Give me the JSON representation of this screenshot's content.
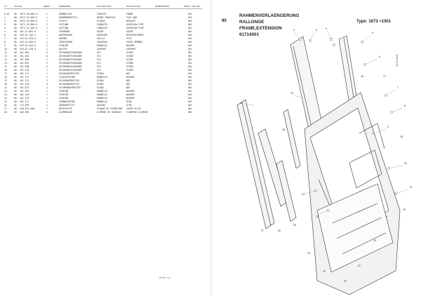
{
  "left_page": {
    "headers": [
      "ID",
      "TEILNR",
      "MENGE",
      "BENENNUNG",
      "DESIGNATION",
      "DESCRIPTION",
      "BEMERKUNGEN",
      "SERIE VON-BIS"
    ],
    "rows": [
      {
        "pos": "0.01",
        "mark": "00",
        "part": "1673.30.000.0",
        "qty": "1",
        "de": "RAHMEN KPL",
        "fr": "CHASSIS",
        "en": "FRAME",
        "s": "001"
      },
      {
        "pos": "1",
        "mark": "00",
        "part": "1673.32.000.0",
        "qty": "1",
        "de": "RAHMENVERSTELL.",
        "fr": "BARRE FRONTALE",
        "en": "FACE BAR",
        "s": "001"
      },
      {
        "pos": "2",
        "mark": "00",
        "part": "1673.33.000.0",
        "qty": "1",
        "de": "PLATTE",
        "fr": "PLAQUE",
        "en": "BRACKET",
        "s": "001"
      },
      {
        "pos": "3",
        "mark": "00",
        "part": "1673.34.000.0",
        "qty": "2",
        "de": "LEITUNG",
        "fr": "CONDUITE",
        "en": "OVERFLOW PIPE",
        "s": "001"
      },
      {
        "pos": "4",
        "mark": "00",
        "part": "1673.34.500.0",
        "qty": "1",
        "de": "LEITUNG",
        "fr": "CONDUITE",
        "en": "OVERFLOW PIPE",
        "s": "001"
      },
      {
        "pos": "5",
        "mark": "00",
        "part": "181.31.002.0",
        "qty": "1",
        "de": "FUEHRUNG",
        "fr": "GUIDE",
        "en": "GUIDE",
        "s": "001"
      },
      {
        "pos": "6",
        "mark": "00",
        "part": "329.01.100.1",
        "qty": "1",
        "de": "ABSPERRUNG",
        "fr": "BARRIERE",
        "en": "REINFORCEMENT",
        "s": "001"
      },
      {
        "pos": "7",
        "mark": "00",
        "part": "329.01.670.0",
        "qty": "1",
        "de": "RUEHRE",
        "fr": "GRILLE",
        "en": "PIPE",
        "s": "001"
      },
      {
        "pos": "8",
        "mark": "00",
        "part": "329.01.660.0",
        "qty": "1",
        "de": "ZENTRIEREN",
        "fr": "TRAVERSE",
        "en": "CROSS MEMBER",
        "s": "001"
      },
      {
        "pos": "9",
        "mark": "00",
        "part": "329.01.040.0",
        "qty": "2",
        "de": "SCHEIBE",
        "fr": "RONDELLE",
        "en": "WASHER",
        "s": "001"
      },
      {
        "pos": "10",
        "mark": "00",
        "part": "329.01.120.0",
        "qty": "1",
        "de": "HALTER",
        "fr": "SUPPORT",
        "en": "SUPPORT",
        "s": "001"
      },
      {
        "pos": "11",
        "mark": "00",
        "part": "101.001",
        "qty": "4",
        "de": "SECHSKANTSCHRAUBE",
        "fr": "VIS",
        "en": "SCREW",
        "s": "001"
      },
      {
        "pos": "12",
        "mark": "00",
        "part": "101.001",
        "qty": "8",
        "de": "SECHSKANTSCHRAUBE",
        "fr": "VIS",
        "en": "SCREW",
        "s": "001"
      },
      {
        "pos": "13",
        "mark": "00",
        "part": "101.096",
        "qty": "2",
        "de": "SECHSKANTSCHRAUBE",
        "fr": "VIS",
        "en": "SCREW",
        "s": "001"
      },
      {
        "pos": "14",
        "mark": "00",
        "part": "101.097",
        "qty": "4",
        "de": "SECHSKANTSCHRAUBE",
        "fr": "VIS",
        "en": "SCREW",
        "s": "001"
      },
      {
        "pos": "15",
        "mark": "00",
        "part": "101.098",
        "qty": "4",
        "de": "SECHSKANTSCHRAUBE",
        "fr": "VIS",
        "en": "SCREW",
        "s": "001"
      },
      {
        "pos": "16",
        "mark": "00",
        "part": "101.110",
        "qty": "1",
        "de": "SECHSKANTSCHRAUBE",
        "fr": "VIS",
        "en": "SCREW",
        "s": "001"
      },
      {
        "pos": "17",
        "mark": "00",
        "part": "101.117",
        "qty": "1",
        "de": "SECHSKANTMUTTER",
        "fr": "ECROU",
        "en": "NUT",
        "s": "001"
      },
      {
        "pos": "18",
        "mark": "00",
        "part": "101.127",
        "qty": "1",
        "de": "FLACHSCHEIBE",
        "fr": "RONDELLE",
        "en": "WASHER",
        "s": "001"
      },
      {
        "pos": "19",
        "mark": "00",
        "part": "101.123",
        "qty": "1",
        "de": "SECHSKANTMUTTER",
        "fr": "ECROU",
        "en": "NUT",
        "s": "001"
      },
      {
        "pos": "20",
        "mark": "00",
        "part": "101.125",
        "qty": "4",
        "de": "SECHSKANTMUTTER",
        "fr": "ECROU",
        "en": "NUT",
        "s": "001"
      },
      {
        "pos": "21",
        "mark": "00",
        "part": "101.827",
        "qty": "4",
        "de": "SICHERUNGSMUTTER",
        "fr": "ECROU",
        "en": "NUT",
        "s": "001"
      },
      {
        "pos": "22",
        "mark": "00",
        "part": "181.907",
        "qty": "1",
        "de": "SCHEIBE",
        "fr": "RONDELLE",
        "en": "WASHER",
        "s": "001"
      },
      {
        "pos": "23",
        "mark": "00",
        "part": "181.145",
        "qty": "1",
        "de": "SCHEIBE",
        "fr": "RONDELLE",
        "en": "WASHER",
        "s": "001"
      },
      {
        "pos": "24",
        "mark": "00",
        "part": "181.187",
        "qty": "1",
        "de": "SCHEIBE",
        "fr": "RONDELLE",
        "en": "WASHER",
        "s": "001"
      },
      {
        "pos": "25",
        "mark": "00",
        "part": "181.111",
        "qty": "2",
        "de": "SPANNSCHEIBE",
        "fr": "RONDELLE",
        "en": "RING",
        "s": "001"
      },
      {
        "pos": "26",
        "mark": "00",
        "part": "173.509",
        "qty": "2",
        "de": "GEWINDESTIFT",
        "fr": "GOUJON",
        "en": "STUD",
        "s": "001"
      },
      {
        "pos": "27",
        "mark": "00",
        "part": "448.091.000",
        "qty": "1",
        "de": "DECKPLATTE",
        "fr": "PLAQUE DE FERMETURE",
        "en": "COVER PLATE",
        "s": "001"
      },
      {
        "pos": "28",
        "mark": "00",
        "part": "446.969",
        "qty": "4",
        "de": "KLEMMBACKE",
        "fr": "ELEMENT DE SERRAGE",
        "en": "CLAMPING ELEMENT",
        "s": "001"
      }
    ],
    "footer_code": "ET169 ST3"
  },
  "right_page": {
    "group_no": "80",
    "title_lines": [
      "RAHMENVERLAENGERUNG",
      "RALLONGE",
      "FRAME,EXTENSION",
      "61714001"
    ],
    "type_label": "Type: 1673  +1001",
    "vertical_code": "61714001",
    "callouts": [
      "2",
      "3",
      "4",
      "5",
      "6",
      "7",
      "8",
      "9",
      "10",
      "11",
      "12",
      "13",
      "14",
      "15",
      "16",
      "17",
      "18",
      "19",
      "20",
      "21",
      "22",
      "23",
      "24",
      "25",
      "26",
      "27",
      "28"
    ]
  }
}
